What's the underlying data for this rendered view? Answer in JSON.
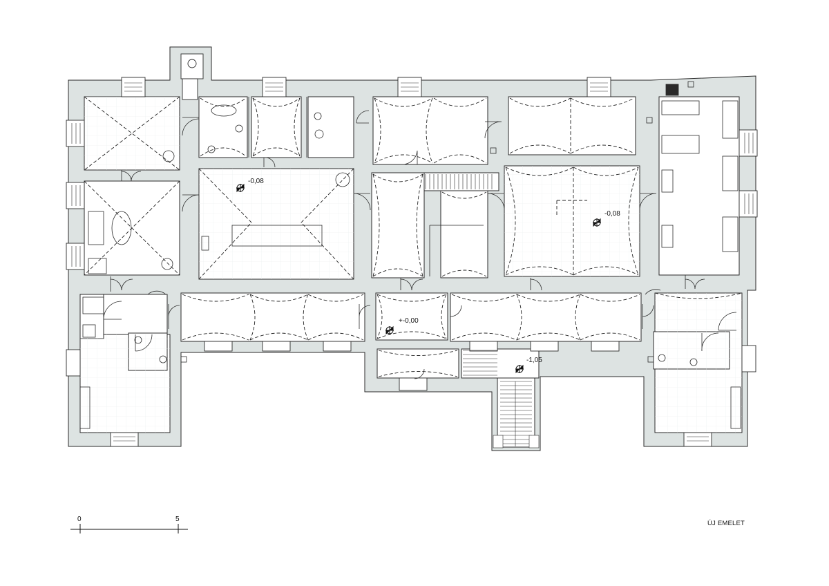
{
  "level_labels": [
    "-0,08",
    "-0,08",
    "+-0,00",
    "-1,05"
  ],
  "scale_bar": {
    "start": "0",
    "end": "5"
  },
  "title": "ÚJ EMELET",
  "colors": {
    "wall": "#dde3e2",
    "wall_stroke": "#2a2a2a",
    "line": "#222222",
    "background": "#ffffff"
  }
}
